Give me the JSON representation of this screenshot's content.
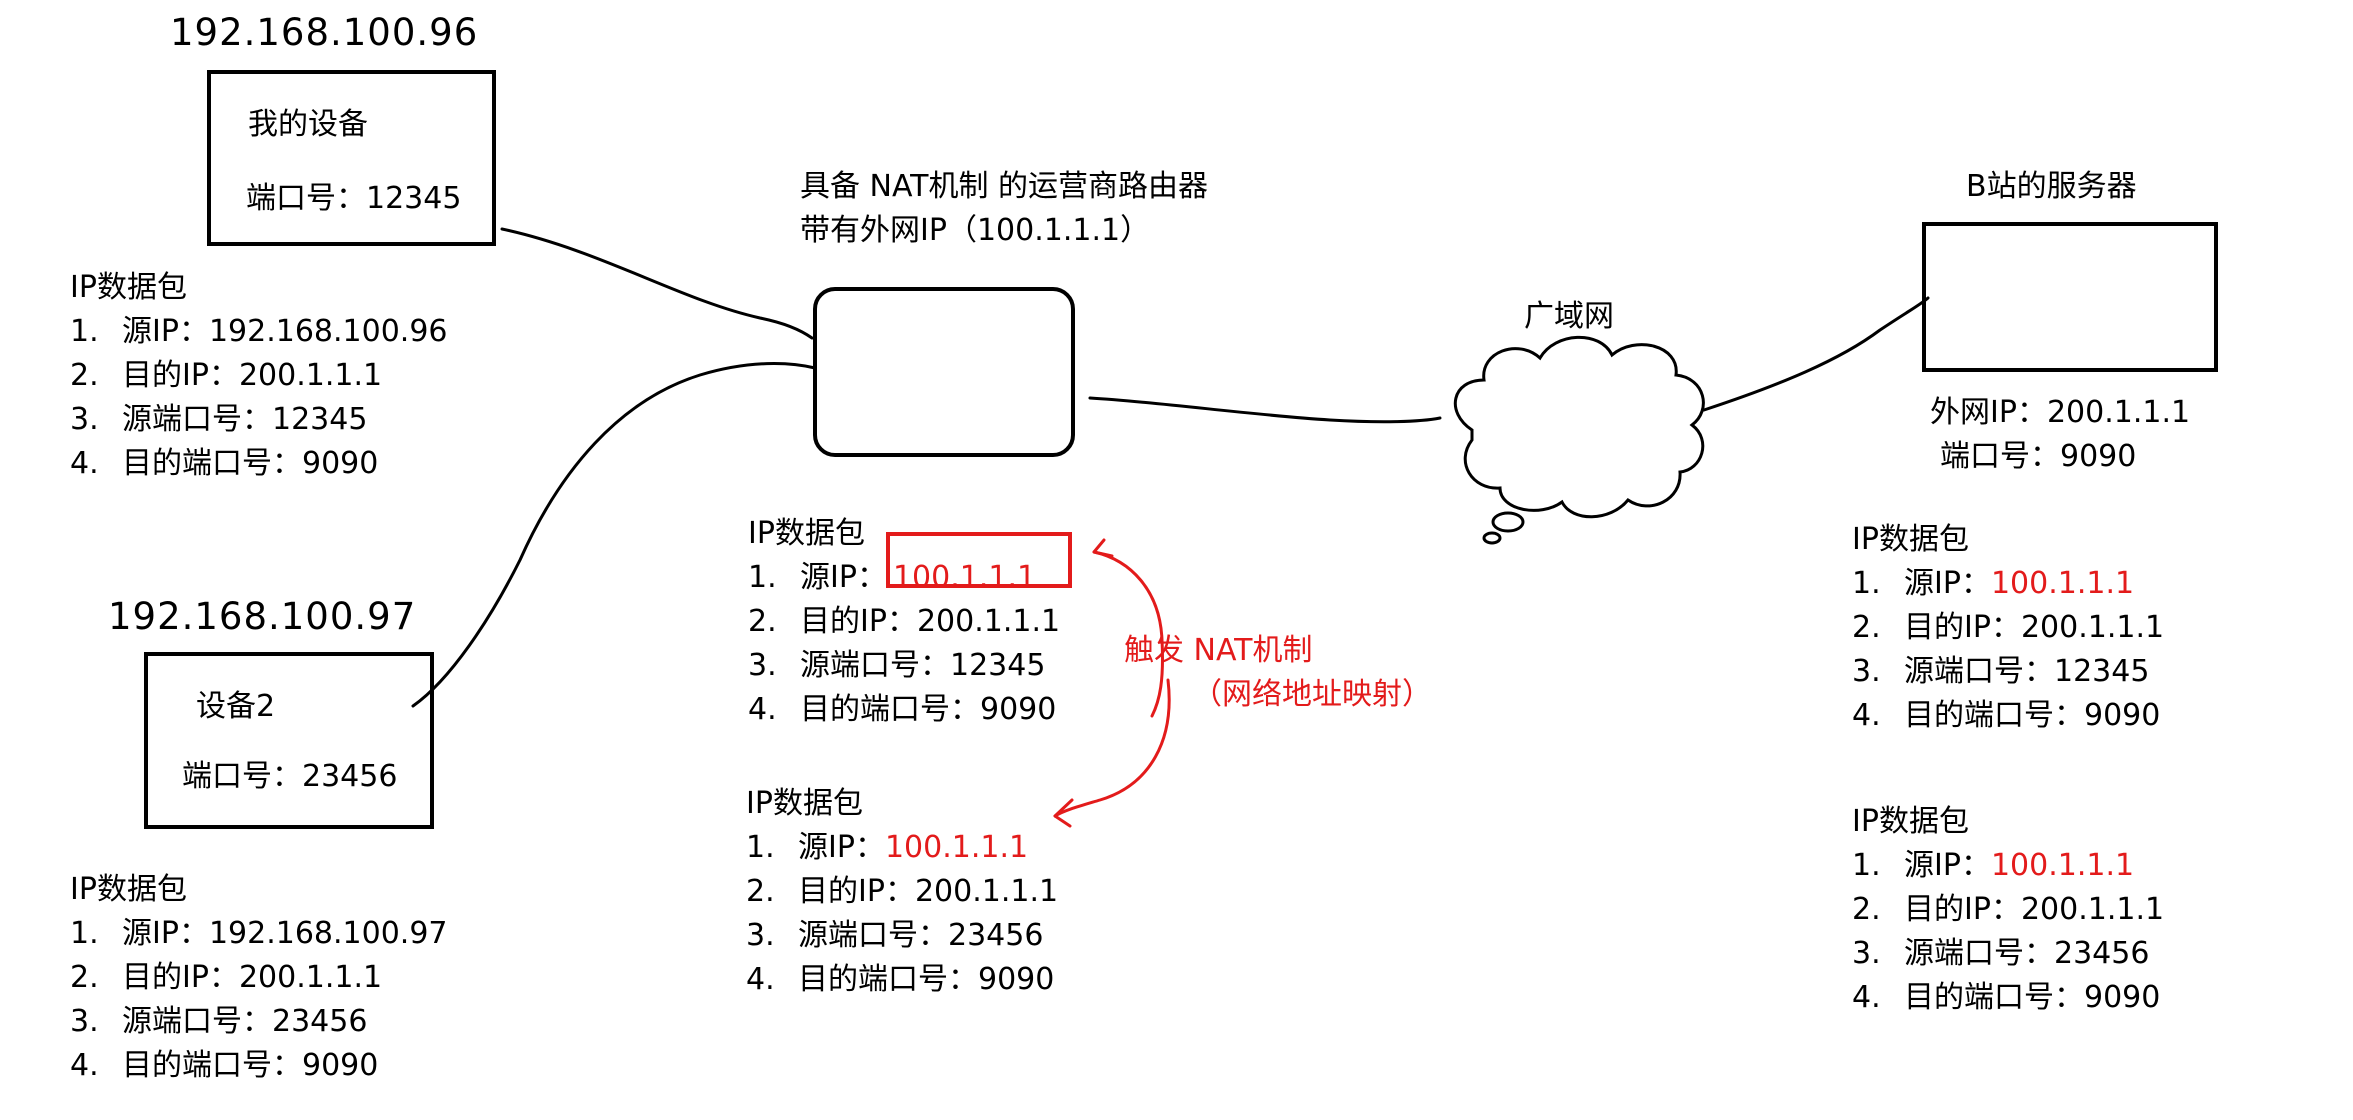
{
  "device1": {
    "ip": "192.168.100.96",
    "name": "我的设备",
    "port_label": "端口号：12345",
    "packet": {
      "title": "IP数据包",
      "rows": [
        {
          "n": "1.",
          "text": "源IP：192.168.100.96"
        },
        {
          "n": "2.",
          "text": "目的IP：200.1.1.1"
        },
        {
          "n": "3.",
          "text": "源端口号：12345"
        },
        {
          "n": "4.",
          "text": "目的端口号：9090"
        }
      ]
    }
  },
  "device2": {
    "ip": "192.168.100.97",
    "name": "设备2",
    "port_label": "端口号：23456",
    "packet": {
      "title": "IP数据包",
      "rows": [
        {
          "n": "1.",
          "text": "源IP：192.168.100.97"
        },
        {
          "n": "2.",
          "text": "目的IP：200.1.1.1"
        },
        {
          "n": "3.",
          "text": "源端口号：23456"
        },
        {
          "n": "4.",
          "text": "目的端口号：9090"
        }
      ]
    }
  },
  "router": {
    "title_line1": "具备 NAT机制 的运营商路由器",
    "title_line2": "带有外网IP（100.1.1.1）",
    "packet1": {
      "title": "IP数据包",
      "rows": [
        {
          "n": "1.",
          "prefix": "源IP：",
          "value": "100.1.1.1"
        },
        {
          "n": "2.",
          "text": "目的IP：200.1.1.1"
        },
        {
          "n": "3.",
          "text": "源端口号：12345"
        },
        {
          "n": "4.",
          "text": "目的端口号：9090"
        }
      ]
    },
    "packet2": {
      "title": "IP数据包",
      "rows": [
        {
          "n": "1.",
          "prefix": "源IP：",
          "value": "100.1.1.1"
        },
        {
          "n": "2.",
          "text": "目的IP：200.1.1.1"
        },
        {
          "n": "3.",
          "text": "源端口号：23456"
        },
        {
          "n": "4.",
          "text": "目的端口号：9090"
        }
      ]
    },
    "nat_note_line1": "触发 NAT机制",
    "nat_note_line2": "（网络地址映射）"
  },
  "wan": {
    "label": "广域网"
  },
  "server": {
    "title": "B站的服务器",
    "ip_label": "外网IP：200.1.1.1",
    "port_label": "端口号：9090",
    "packet1": {
      "title": "IP数据包",
      "rows": [
        {
          "n": "1.",
          "prefix": "源IP：",
          "value": "100.1.1.1"
        },
        {
          "n": "2.",
          "text": "目的IP：200.1.1.1"
        },
        {
          "n": "3.",
          "text": "源端口号：12345"
        },
        {
          "n": "4.",
          "text": "目的端口号：9090"
        }
      ]
    },
    "packet2": {
      "title": "IP数据包",
      "rows": [
        {
          "n": "1.",
          "prefix": "源IP：",
          "value": "100.1.1.1"
        },
        {
          "n": "2.",
          "text": "目的IP：200.1.1.1"
        },
        {
          "n": "3.",
          "text": "源端口号：23456"
        },
        {
          "n": "4.",
          "text": "目的端口号：9090"
        }
      ]
    }
  },
  "colors": {
    "highlight": "#e31b1b",
    "line": "#000000"
  }
}
